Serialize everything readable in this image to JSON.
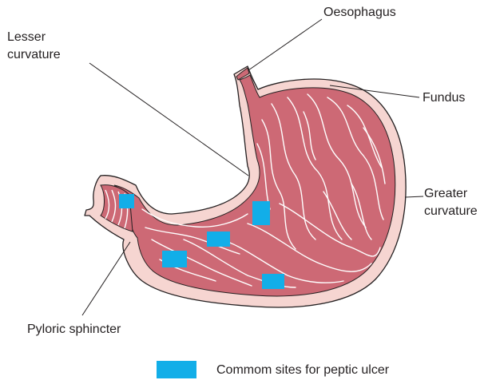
{
  "labels": {
    "oesophagus": "Oesophagus",
    "lesser_curvature_line1": "Lesser",
    "lesser_curvature_line2": "curvature",
    "fundus": "Fundus",
    "greater_curvature_line1": "Greater",
    "greater_curvature_line2": "curvature",
    "pyloric_sphincter": "Pyloric sphincter"
  },
  "legend": {
    "text": "Commom sites for peptic ulcer",
    "color": "#12aee8"
  },
  "colors": {
    "outer_wall": "#f6d5d1",
    "mucosa": "#cd6975",
    "outline": "#231f20",
    "folds": "#ffffff",
    "ulcer": "#12aee8"
  }
}
